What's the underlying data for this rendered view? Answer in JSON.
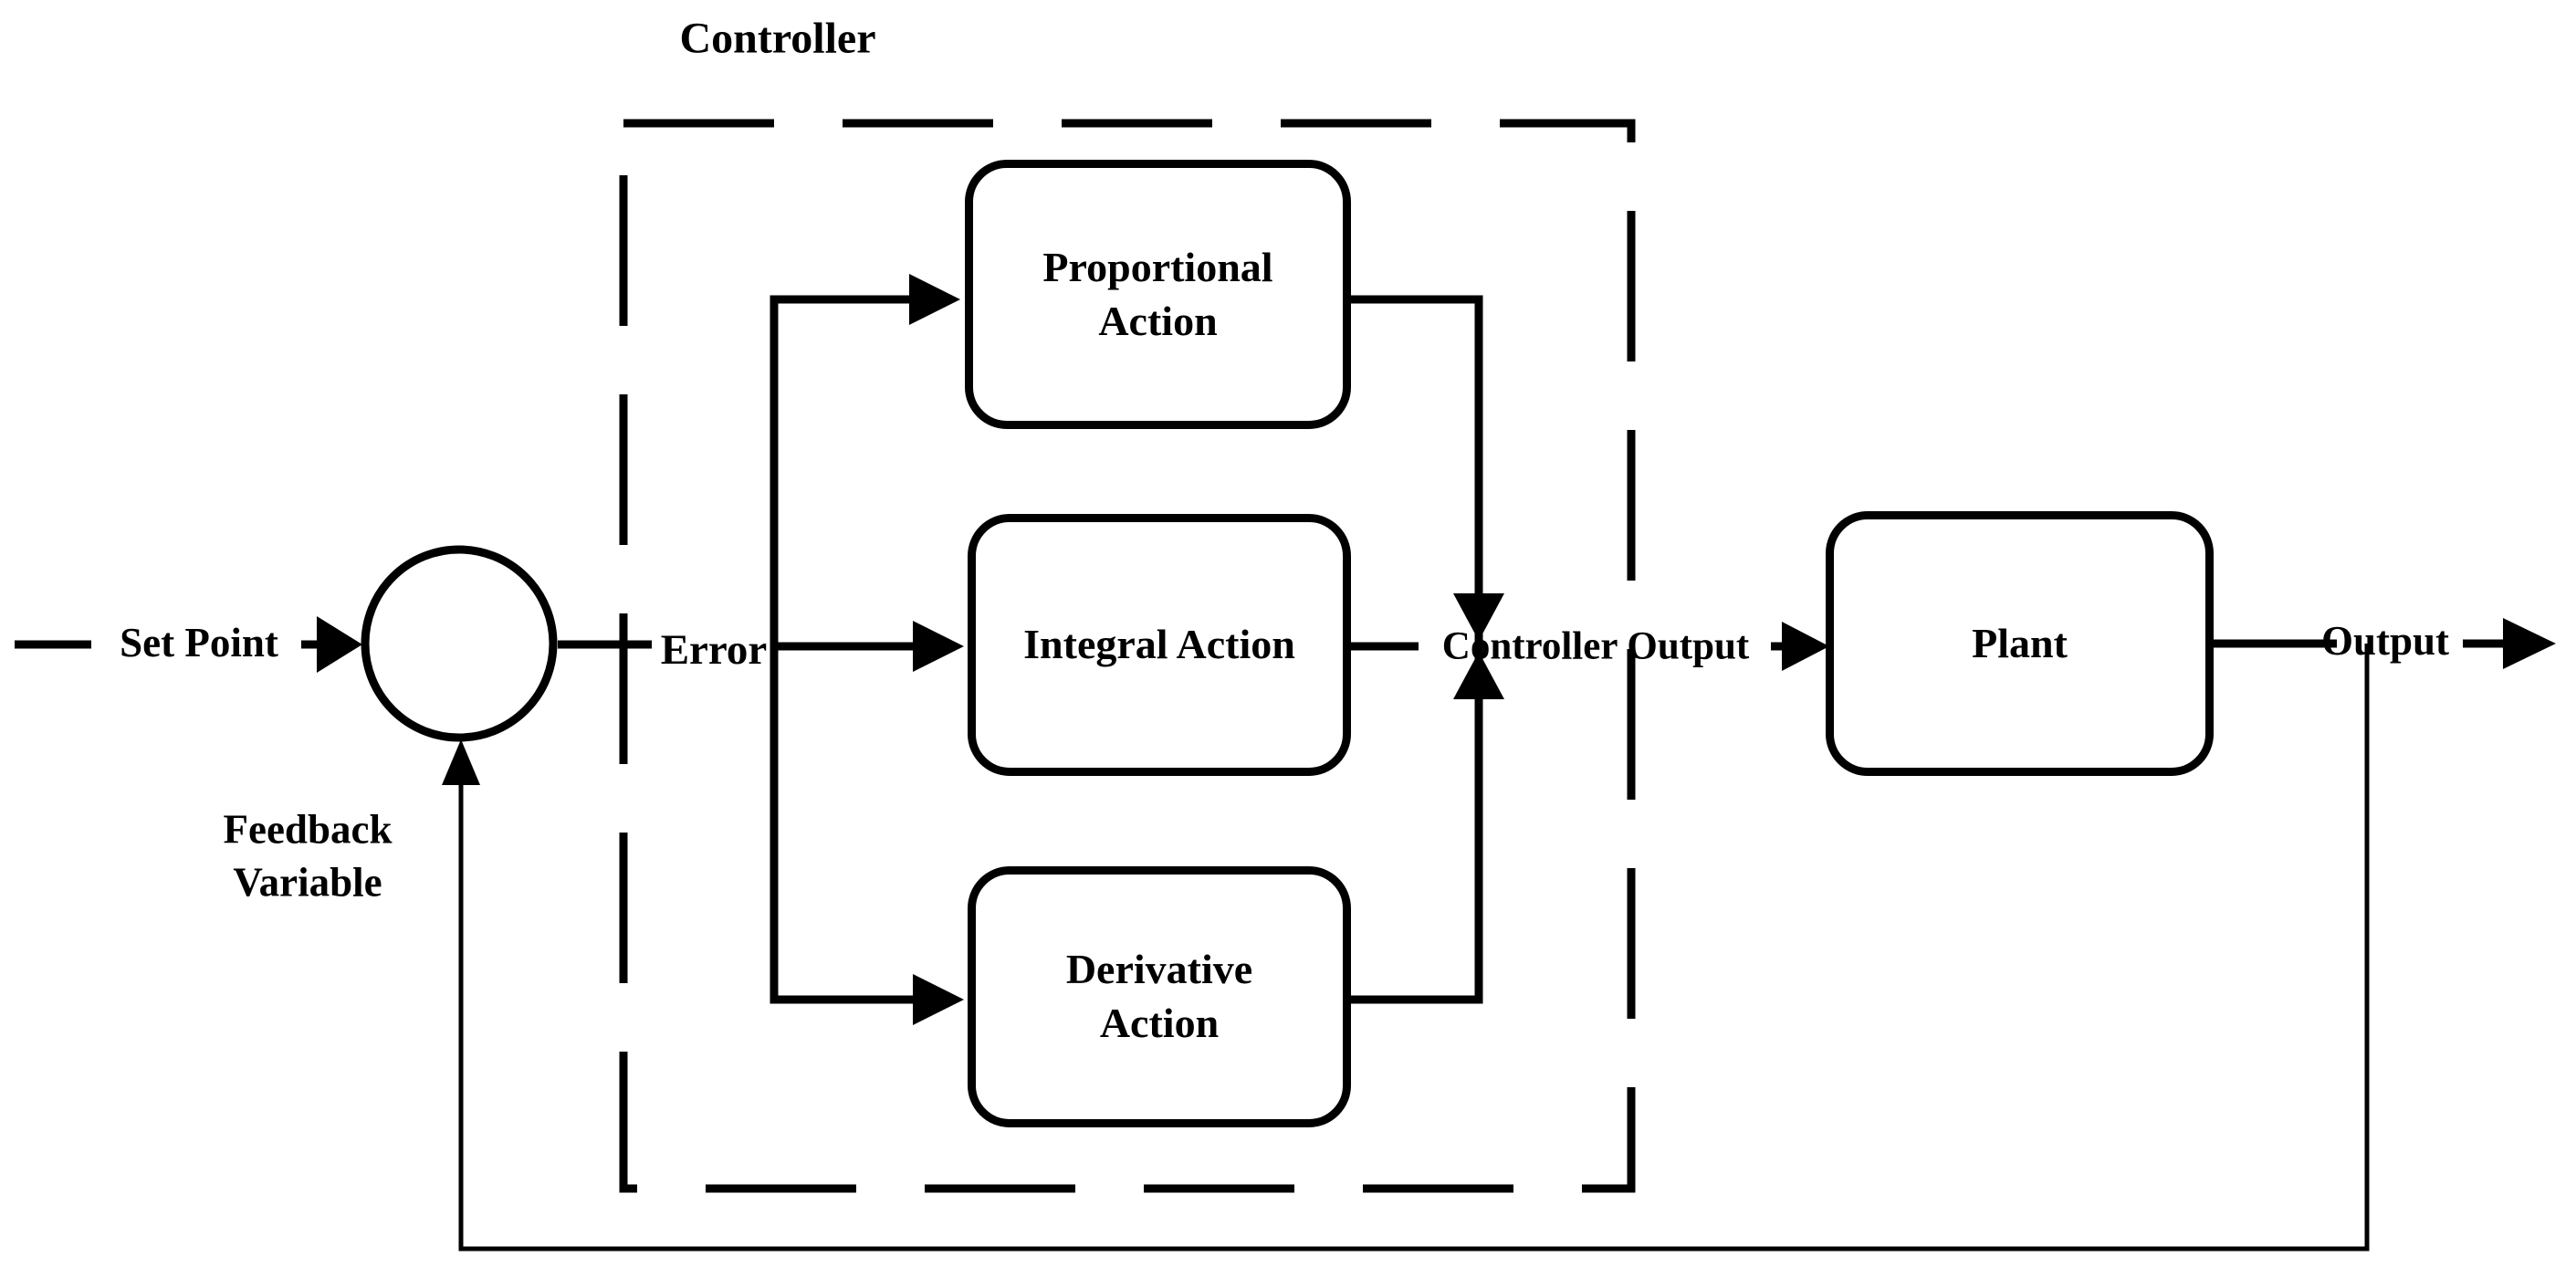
{
  "title": "Controller",
  "labels": {
    "set_point": "Set Point",
    "error": "Error",
    "feedback_variable": "Feedback\nVariable",
    "controller_output": "Controller Output",
    "output": "Output"
  },
  "blocks": {
    "proportional": "Proportional\nAction",
    "integral": "Integral Action",
    "derivative": "Derivative\nAction",
    "plant": "Plant"
  },
  "junctions": {
    "summing_junction": "comparator-circle"
  },
  "colors": {
    "line": "#000000",
    "background": "#ffffff",
    "text": "#000000"
  }
}
